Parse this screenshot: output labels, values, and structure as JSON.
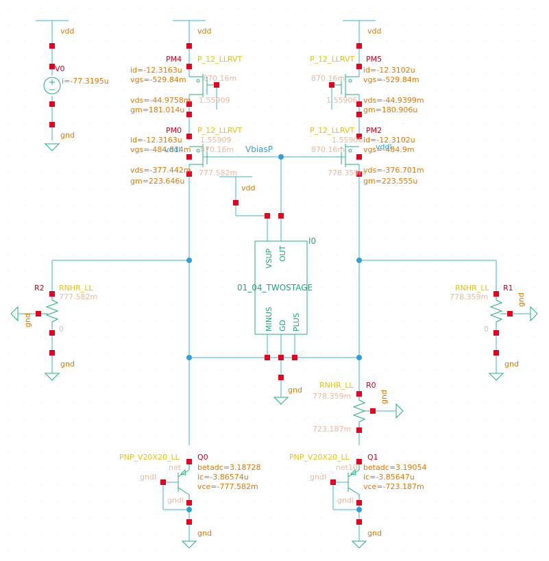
{
  "labels": {
    "vdd": "vdd",
    "gnd": "gnd",
    "gndl": "gndl"
  },
  "nets": {
    "vbiasp": "VbiasP"
  },
  "v0": {
    "name": "V0",
    "current": "i=-77.3195u"
  },
  "pm4": {
    "name": "PM4",
    "type": "P_12_LLRVT",
    "id": "id=-12.3163u",
    "vgs": "vgs=-529.84m",
    "vds": "vds=-44.9758m",
    "gm": "gm=181.014u",
    "faint1": "870.16m",
    "faint2": "1.55909"
  },
  "pm5": {
    "name": "PM5",
    "type": "P_12_LLRVT",
    "id": "id=-12.3102u",
    "vgs": "vgs=-529.84m",
    "vds": "vds=-44.9399m",
    "gm": "gm=180.906u",
    "faint1": "870.16m",
    "faint2": "1.55906"
  },
  "pm0": {
    "name": "PM0",
    "type": "P_12_LLRVT",
    "id": "id=-12.3163u",
    "vgs": "vgs=-484.814m",
    "vds": "vds=-377.442m",
    "gm": "gm=223.646u",
    "net": "vddl",
    "faint1": "1.55909",
    "faint2": "870.16m",
    "faint3": "777.582m"
  },
  "pm2": {
    "name": "PM2",
    "type": "P_12_LLRVT",
    "id": "id=-12.3102u",
    "vgs": "vgs=-484.9m",
    "vds": "vds=-376.701m",
    "gm": "gm=223.555u",
    "net": "vddl",
    "faint1": "1.55906",
    "faint2": "870.16m",
    "faint3": "778.359m"
  },
  "block": {
    "instance": "I0",
    "cell": "01_04_TWOSTAGE",
    "pins": {
      "vsup": "VSUP",
      "out": "OUT",
      "minus": "MINUS",
      "gd": "GD",
      "plus": "PLUS"
    }
  },
  "r2": {
    "name": "R2",
    "type": "RNHR_LL",
    "value": "777.582m",
    "faint": "0"
  },
  "r1": {
    "name": "R1",
    "type": "RNHR_LL",
    "value": "778.359m",
    "faint": "0"
  },
  "r0": {
    "name": "R0",
    "type": "RNHR_LL",
    "value": "778.359m",
    "node_voltage": "723.187m"
  },
  "q0": {
    "name": "Q0",
    "type": "PNP_V20X20_LL",
    "betadc": "betadc=3.18728",
    "ic": "ic=-3.86574u",
    "vce": "vce=-777.582m",
    "faint": "net"
  },
  "q1": {
    "name": "Q1",
    "type": "PNP_V20X20_LL",
    "betadc": "betadc=3.19054",
    "ic": "ic=-3.85647u",
    "vce": "vce=-723.187m",
    "faint": "net10"
  },
  "colors": {
    "wire": "#3bb0d8",
    "pin": "#e8001c",
    "symbol": "#1fb07e",
    "instance_name": "#d0001e",
    "model_name": "#e8c400",
    "annotation": "#e07800",
    "net_label": "#2e9fdc",
    "background": "#ffffff"
  }
}
